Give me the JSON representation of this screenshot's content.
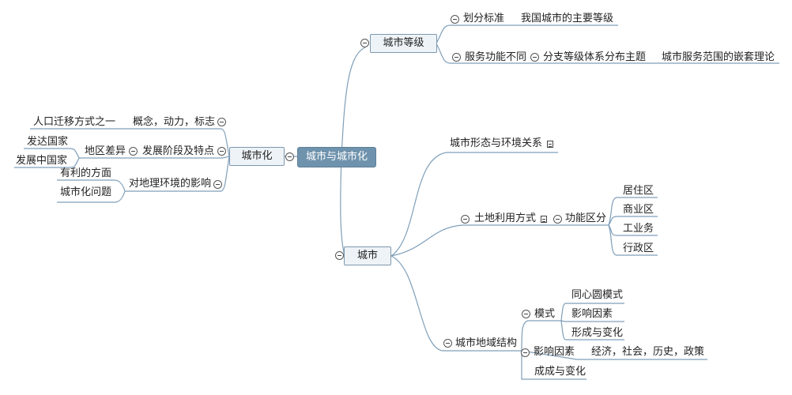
{
  "root": "城市与城市化",
  "urbanization": {
    "label": "城市化",
    "items": {
      "concept": "概念，动力，标志",
      "migration": "人口迁移方式之一",
      "stages": "发展阶段及特点",
      "regional": "地区差异",
      "developed": "发达国家",
      "developing": "发展中国家",
      "impact": "对地理环境的影响",
      "favorable": "有利的方面",
      "problems": "城市化问题"
    }
  },
  "hierarchy": {
    "label": "城市等级",
    "criteria": "划分标准",
    "main_levels": "我国城市的主要等级",
    "service": "服务功能不同",
    "theme": "分支等级体系分布主题",
    "nesting": "城市服务范围的嵌套理论"
  },
  "city": {
    "label": "城市",
    "form": "城市形态与环境关系",
    "land_use": "土地利用方式",
    "zoning": "功能区分",
    "zones": [
      "居住区",
      "商业区",
      "工业务",
      "行政区"
    ],
    "structure": "城市地域结构",
    "model": "模式",
    "models": [
      "同心圆模式",
      "影响因素",
      "形成与变化"
    ],
    "factors": "影响因素",
    "factors_list": "经济，社会，历史，政策",
    "formation": "成成与变化"
  }
}
